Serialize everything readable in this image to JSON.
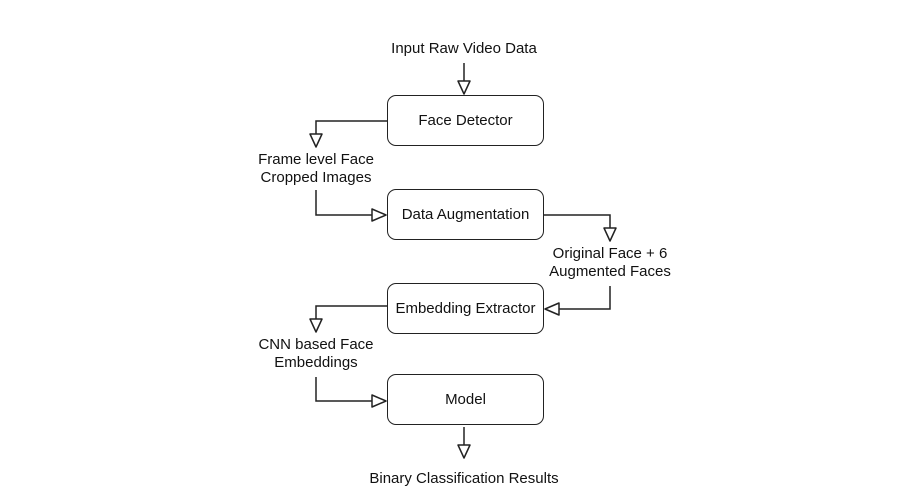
{
  "diagram": {
    "input_label": "Input Raw Video Data",
    "nodes": {
      "face_detector": "Face Detector",
      "data_augmentation": "Data Augmentation",
      "embedding_extractor": "Embedding Extractor",
      "model": "Model"
    },
    "edge_labels": {
      "cropped_line1": "Frame level Face",
      "cropped_line2": "Cropped Images",
      "augmented_line1": "Original Face + 6",
      "augmented_line2": "Augmented Faces",
      "embeddings_line1": "CNN based Face",
      "embeddings_line2": "Embeddings"
    },
    "output_label": "Binary Classification Results"
  }
}
